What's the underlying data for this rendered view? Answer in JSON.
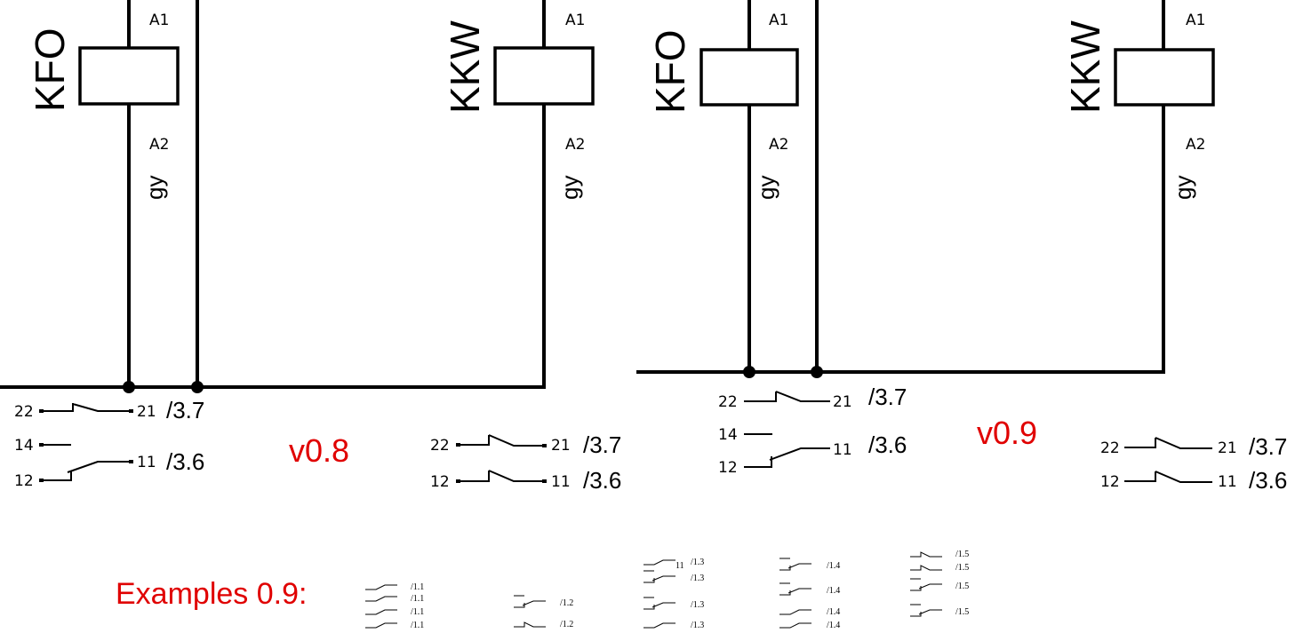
{
  "colors": {
    "annotation": "#e00000",
    "wire": "#000000"
  },
  "v08": {
    "version_label": "v0.8",
    "coil1": {
      "name": "KFO",
      "a1": "A1",
      "a2": "A2",
      "wire": "gy"
    },
    "coil2": {
      "name": "KKW",
      "a1": "A1",
      "a2": "A2",
      "wire": "gy"
    },
    "contacts_left": {
      "t22": "22",
      "t21": "21",
      "ref1": "/3.7",
      "t14": "14",
      "t12": "12",
      "t11": "11",
      "ref2": "/3.6"
    },
    "contacts_right": {
      "t22": "22",
      "t21": "21",
      "ref1": "/3.7",
      "t12": "12",
      "t11": "11",
      "ref2": "/3.6"
    }
  },
  "v09": {
    "version_label": "v0.9",
    "coil1": {
      "name": "KFO",
      "a1": "A1",
      "a2": "A2",
      "wire": "gy"
    },
    "coil2": {
      "name": "KKW",
      "a1": "A1",
      "a2": "A2",
      "wire": "gy"
    },
    "contacts_left": {
      "t22": "22",
      "t21": "21",
      "ref1": "/3.7",
      "t14": "14",
      "t12": "12",
      "t11": "11",
      "ref2": "/3.6"
    },
    "contacts_right": {
      "t22": "22",
      "t21": "21",
      "ref1": "/3.7",
      "t12": "12",
      "t11": "11",
      "ref2": "/3.6"
    }
  },
  "examples": {
    "title": "Examples 0.9:",
    "small_terminal": "11",
    "columns": [
      {
        "items": [
          {
            "ref": "/1.1",
            "type": "no"
          },
          {
            "ref": "/1.1",
            "type": "no"
          },
          {
            "ref": "/1.1",
            "type": "no"
          },
          {
            "ref": "/1.1",
            "type": "no"
          }
        ]
      },
      {
        "items": [
          {
            "ref": "/1.2",
            "type": "co"
          },
          {
            "ref": "/1.2",
            "type": "nc"
          }
        ]
      },
      {
        "items": [
          {
            "ref": "/1.3",
            "type": "no"
          },
          {
            "ref": "/1.3",
            "type": "co"
          },
          {
            "ref": "/1.3",
            "type": "co"
          },
          {
            "ref": "/1.3",
            "type": "no"
          }
        ]
      },
      {
        "items": [
          {
            "ref": "/1.4",
            "type": "co"
          },
          {
            "ref": "/1.4",
            "type": "co"
          },
          {
            "ref": "/1.4",
            "type": "no"
          },
          {
            "ref": "/1.4",
            "type": "no"
          }
        ]
      },
      {
        "items": [
          {
            "ref": "/1.5",
            "type": "nc"
          },
          {
            "ref": "/1.5",
            "type": "nc"
          },
          {
            "ref": "/1.5",
            "type": "co"
          },
          {
            "ref": "/1.5",
            "type": "co"
          }
        ]
      }
    ]
  }
}
